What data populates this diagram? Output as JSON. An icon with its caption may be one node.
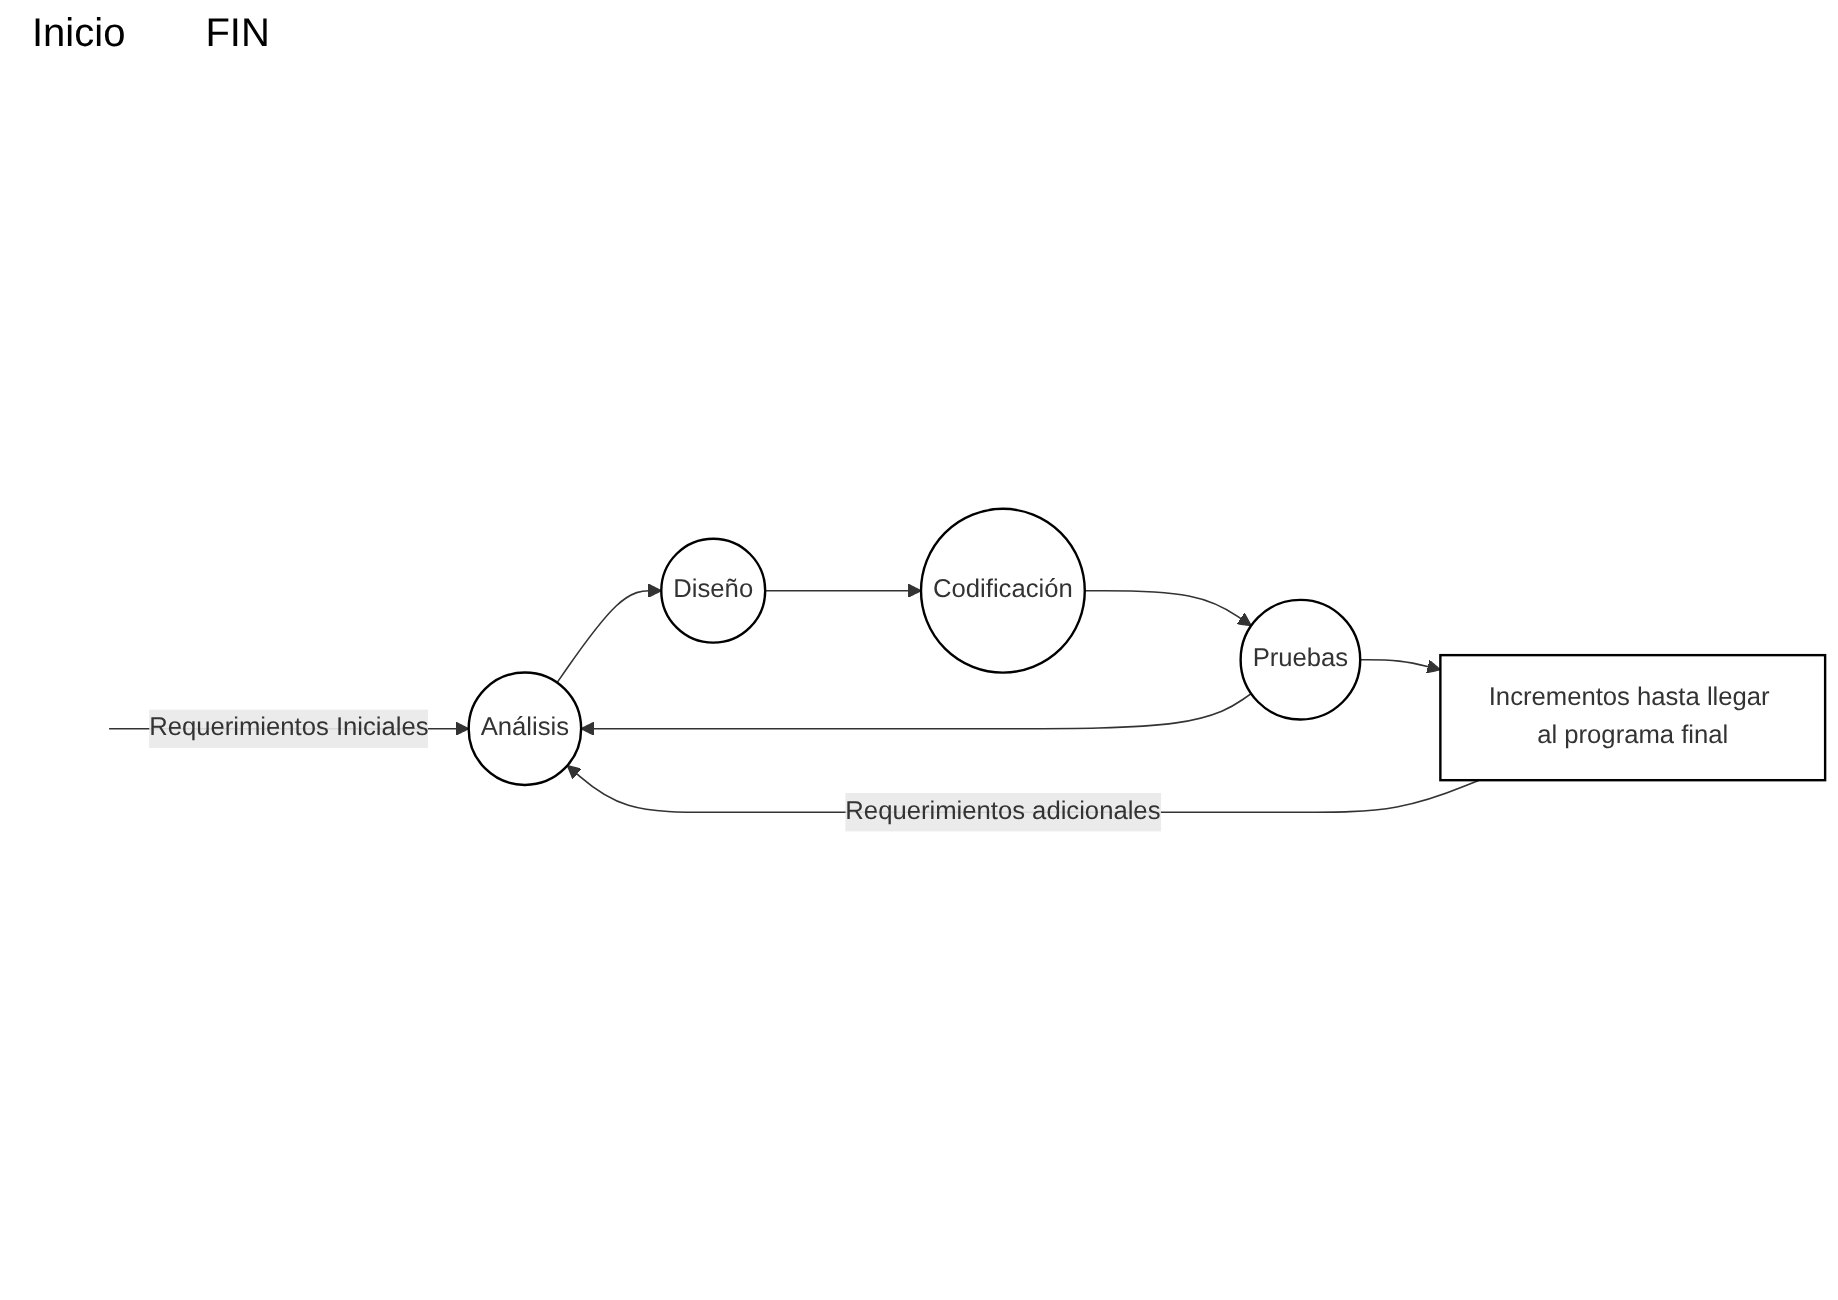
{
  "diagram": {
    "nodes": [
      {
        "text": [
          "Análisis"
        ]
      },
      {
        "text": [
          "Diseño"
        ]
      },
      {
        "text": [
          "Codificación"
        ]
      },
      {
        "text": [
          "Pruebas"
        ]
      },
      {
        "text": [
          "Incrementos hasta llegar al programa final"
        ]
      }
    ],
    "edges": [
      {
        "from": null,
        "to": 0,
        "arrow": "to",
        "label": "Requerimientos Iniciales"
      },
      {
        "from": 0,
        "to": 1,
        "arrow": "to"
      },
      {
        "from": 1,
        "to": 2,
        "arrow": "to"
      },
      {
        "from": 2,
        "to": 3,
        "arrow": "to"
      },
      {
        "from": 3,
        "to": 0,
        "arrow": "to"
      },
      {
        "from": 3,
        "to": 4,
        "arrow": "to"
      },
      {
        "from": 4,
        "to": 0,
        "arrow": "to",
        "label": "Requerimientos adicionales"
      }
    ],
    "labels": [
      "Inicio",
      "FIN"
    ]
  }
}
